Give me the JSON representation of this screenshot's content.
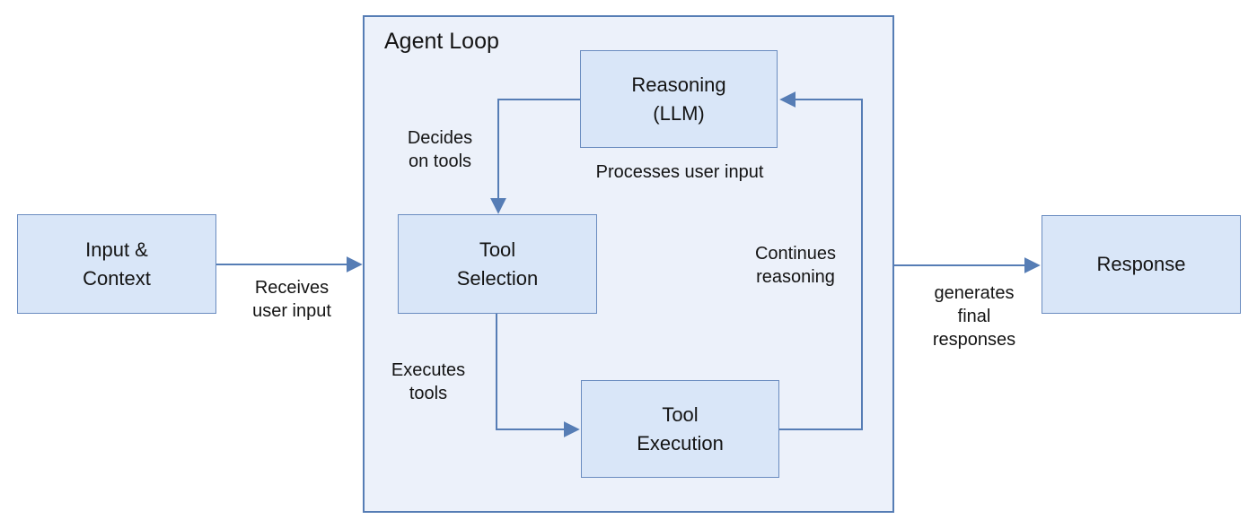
{
  "diagram": {
    "container": {
      "title": "Agent Loop"
    },
    "nodes": {
      "input_context": {
        "label": "Input &\nContext"
      },
      "reasoning": {
        "label": "Reasoning\n(LLM)"
      },
      "tool_selection": {
        "label": "Tool\nSelection"
      },
      "tool_execution": {
        "label": "Tool\nExecution"
      },
      "response": {
        "label": "Response"
      }
    },
    "edge_labels": {
      "receives_user_input": "Receives\nuser input",
      "decides_on_tools": "Decides\non tools",
      "processes_user_input": "Processes user input",
      "executes_tools": "Executes\ntools",
      "continues_reasoning": "Continues\nreasoning",
      "generates_final_responses": "generates\nfinal\nresponses"
    },
    "colors": {
      "node_fill": "#d9e6f8",
      "node_border": "#6a8cc0",
      "container_fill": "#ecf1fa",
      "container_border": "#567db5",
      "arrow_color": "#567db5",
      "text_color": "#141414"
    }
  }
}
